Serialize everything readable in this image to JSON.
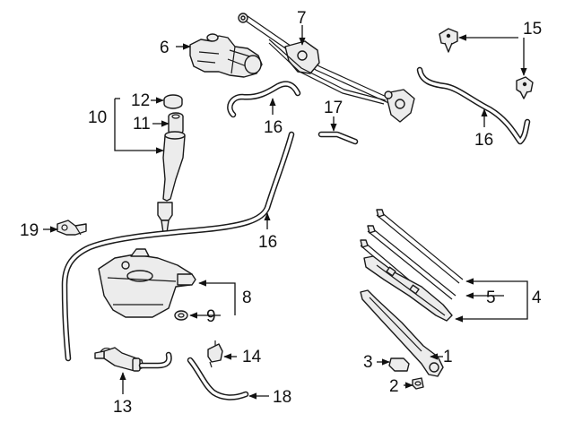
{
  "callouts": {
    "c1": "1",
    "c2": "2",
    "c3": "3",
    "c4": "4",
    "c5": "5",
    "c6": "6",
    "c7": "7",
    "c8": "8",
    "c9": "9",
    "c10": "10",
    "c11": "11",
    "c12": "12",
    "c13": "13",
    "c14": "14",
    "c15": "15",
    "c16a": "16",
    "c16b": "16",
    "c16c": "16",
    "c17": "17",
    "c18": "18",
    "c19": "19"
  },
  "colors": {
    "line": "#1a1a1a",
    "part_fill": "#ececec",
    "background": "#ffffff"
  }
}
